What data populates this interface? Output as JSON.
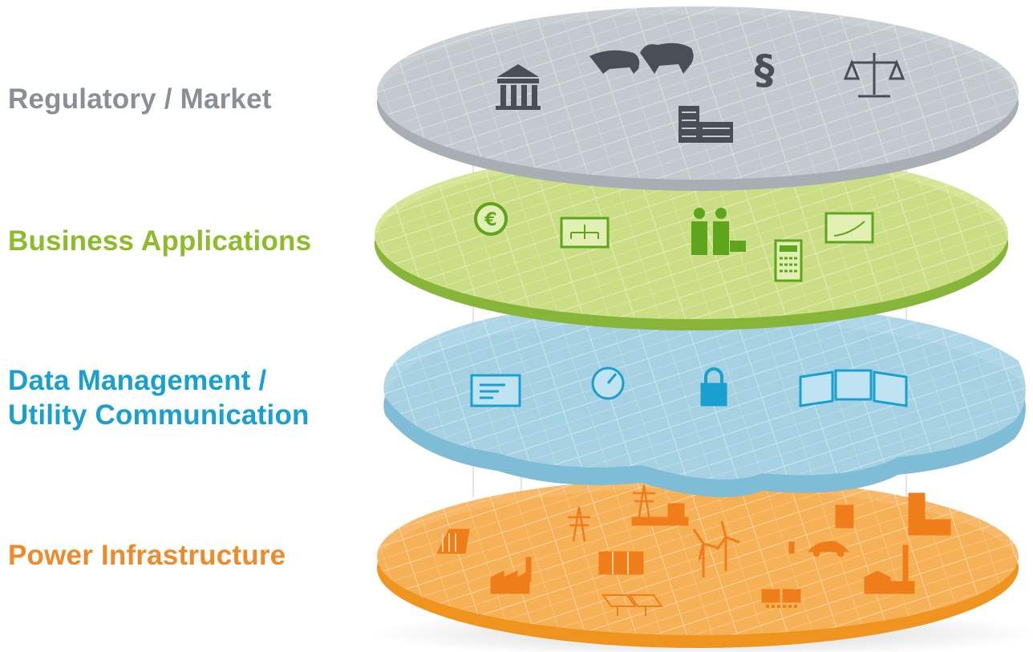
{
  "layers": [
    {
      "id": "regulatory",
      "label": "Regulatory / Market",
      "color": "#8a8f96",
      "plate": "#c6cbd0",
      "rim": "#a9aeb4",
      "icons": [
        "government-building-icon",
        "bear-icon",
        "bull-icon",
        "paragraph-icon",
        "scales-icon",
        "office-building-icon"
      ]
    },
    {
      "id": "business",
      "label": "Business Applications",
      "color": "#8dbb2a",
      "plate": "#d3e28c",
      "rim": "#86b53a",
      "icons": [
        "euro-coin-icon",
        "org-chart-icon",
        "business-people-icon",
        "calculator-icon",
        "trend-chart-icon"
      ]
    },
    {
      "id": "data",
      "label_lines": [
        "Data Management /",
        "Utility Communication"
      ],
      "color": "#1aa0d0",
      "plate": "#a8d2e4",
      "rim": "#7fbcd6",
      "icons": [
        "document-screen-icon",
        "meter-gauge-icon",
        "padlock-icon",
        "dashboard-screens-icon"
      ]
    },
    {
      "id": "power",
      "label": "Power Infrastructure",
      "color": "#ef8a2a",
      "plate": "#f6b25a",
      "rim": "#ef951f",
      "icons": [
        "hydro-dam-icon",
        "transmission-tower-icon",
        "substation-icon",
        "transformer-icon",
        "wind-turbine-icon",
        "factory-icon",
        "battery-storage-icon",
        "electric-car-icon",
        "skyscraper-icon",
        "house-icon",
        "solar-panel-icon",
        "smart-meter-icon",
        "industrial-plant-icon"
      ]
    }
  ]
}
